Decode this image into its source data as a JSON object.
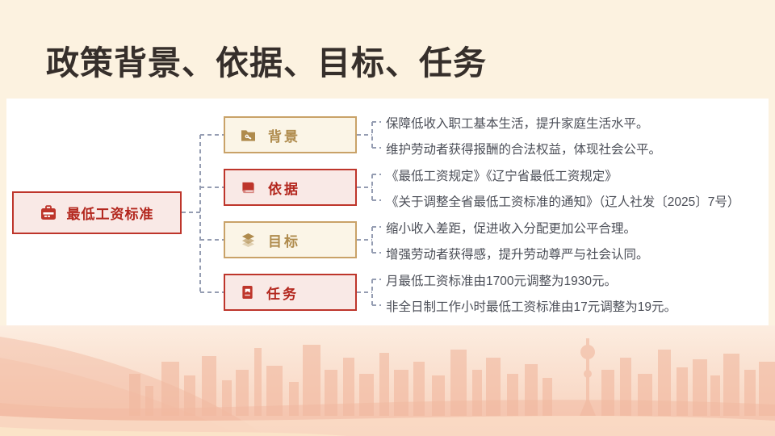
{
  "theme": {
    "colors": {
      "page_bg": "#FCF2E0",
      "panel_bg": "#FFFFFF",
      "title_text": "#362F2B",
      "accent_red": "#BE352B",
      "red_box_bg": "#F9E9E6",
      "red_box_text": "#B3271E",
      "gold_border": "#C9A268",
      "gold_box_bg": "#FBF5E7",
      "gold_box_text": "#AF8B4D",
      "connector": "#959DB2",
      "body_text": "#4B4E57",
      "skyline": "#F1B89F",
      "footer_top": "#FCEDE0",
      "footer_bottom": "#F7CFBA"
    }
  },
  "slide": {
    "title": "政策背景、依据、目标、任务",
    "root": {
      "label": "最低工资标准",
      "icon": "briefcase-icon"
    },
    "branches": [
      {
        "label": "背景",
        "icon": "folder-wrench-icon",
        "theme": "gold",
        "points": [
          "保障低收入职工基本生活，提升家庭生活水平。",
          "维护劳动者获得报酬的合法权益，体现社会公平。"
        ]
      },
      {
        "label": "依据",
        "icon": "book-icon",
        "theme": "red",
        "points": [
          "《最低工资规定》《辽宁省最低工资规定》",
          "《关于调整全省最低工资标准的通知》（辽人社发〔2025〕7号）"
        ]
      },
      {
        "label": "目标",
        "icon": "layers-icon",
        "theme": "gold",
        "points": [
          "缩小收入差距，促进收入分配更加公平合理。",
          "增强劳动者获得感，提升劳动尊严与社会认同。"
        ]
      },
      {
        "label": "任务",
        "icon": "clipboard-icon",
        "theme": "red",
        "points": [
          "月最低工资标准由1700元调整为1930元。",
          "非全日制工作小时最低工资标准由17元调整为19元。"
        ]
      }
    ]
  }
}
